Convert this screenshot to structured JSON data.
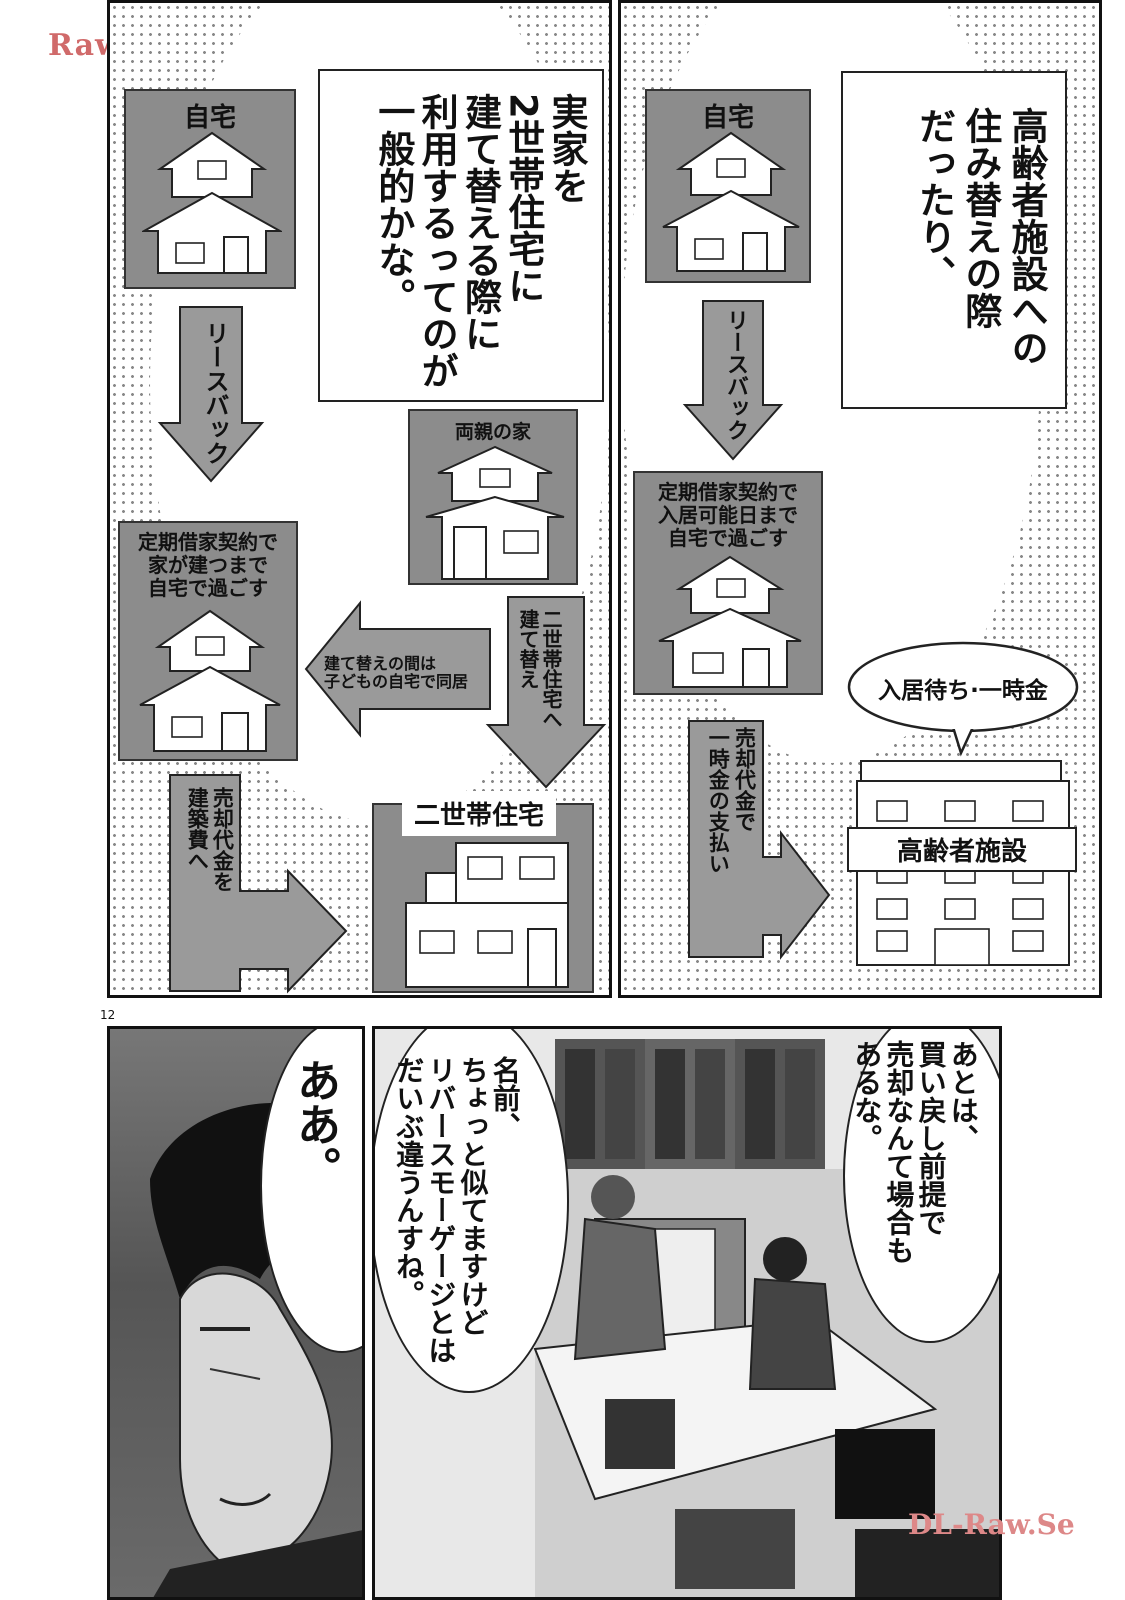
{
  "watermarks": {
    "top_left": "RawLazy.Si",
    "bottom_right": "DL-Raw.Se"
  },
  "page_number": "12",
  "left_panel": {
    "narration": "実家を\n2世帯住宅に\n建て替える際に\n利用するってのが\n一般的かな。",
    "home_label": "自宅",
    "arrow1_text": "リースバック",
    "house2_text": "定期借家契約で\n家が建つまで\n自宅で過ごす",
    "parents_label": "両親の家",
    "arrow_left_text": "建て替えの間は\n子どもの自宅で同居",
    "arrow_down_text": "二世帯住宅へ\n建て替え",
    "arrow_right_text": "売却代金を\n建築費へ",
    "two_gen_label": "二世帯住宅"
  },
  "right_panel": {
    "narration": "高齢者施設への\n住み替えの際\nだったり、",
    "home_label": "自宅",
    "arrow1_text": "リースバック",
    "house2_text": "定期借家契約で\n入居可能日まで\n自宅で過ごす",
    "bubble": "入居待ち·一時金",
    "arrow_right_text": "売却代金で\n一時金の支払い",
    "facility_label": "高齢者施設"
  },
  "bottom": {
    "speech_left": "ああ。",
    "speech_middle": "名前、\nちょっと似てますけど\nリバースモーゲージとは\nだいぶ違うんすね。",
    "speech_right": "あとは、\n買い戻し前提で\n売却なんて場合も\nあるな。"
  }
}
